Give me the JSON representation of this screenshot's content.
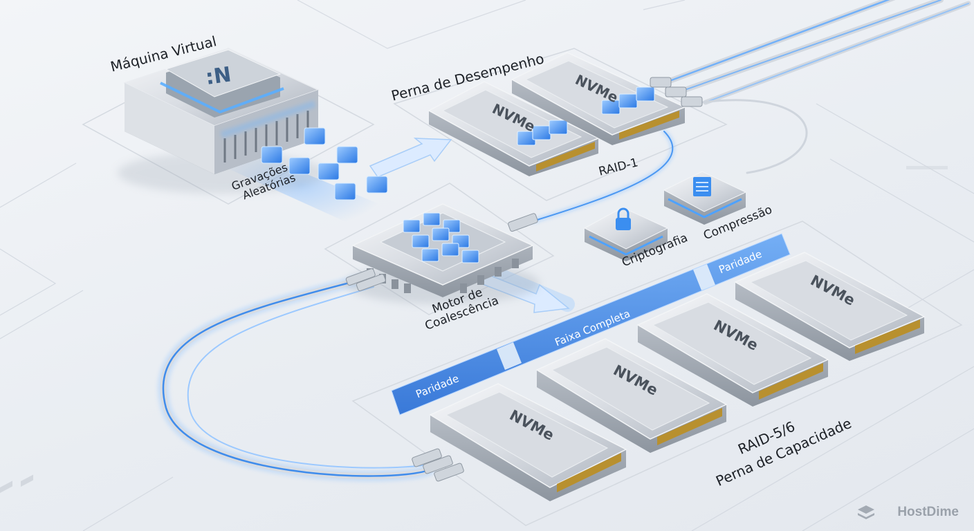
{
  "labels": {
    "virtual_machine": "Máquina Virtual",
    "performance_leg": "Perna de Desempenho",
    "random_writes_line1": "Gravações",
    "random_writes_line2": "Aleatórias",
    "raid1": "RAID-1",
    "coalescing_engine_line1": "Motor de",
    "coalescing_engine_line2": "Coalescência",
    "encryption": "Criptografia",
    "compression": "Compressão",
    "parity_top": "Paridade",
    "full_stripe": "Faixa Completa",
    "parity_bottom": "Paridade",
    "raid56": "RAID-5/6",
    "capacity_leg": "Perna de Capacidade",
    "vm_chip_glyph": ":N",
    "watermark": "HostDime"
  },
  "drives": {
    "performance": [
      "NVMe",
      "NVMe"
    ],
    "capacity": [
      "NVMe",
      "NVMe",
      "NVMe",
      "NVMe"
    ]
  },
  "icons": [
    "virtual-machine-icon",
    "coalescing-engine-chip-icon",
    "lock-icon",
    "document-stack-icon",
    "nvme-drive-icon",
    "hostdime-logo-icon"
  ],
  "colors": {
    "accent_blue": "#2f7de6",
    "glow_blue": "#5aa8ff",
    "metal": "#c9ced6",
    "background": "#eef1f5",
    "stripe_bar": "#3f86e8"
  }
}
